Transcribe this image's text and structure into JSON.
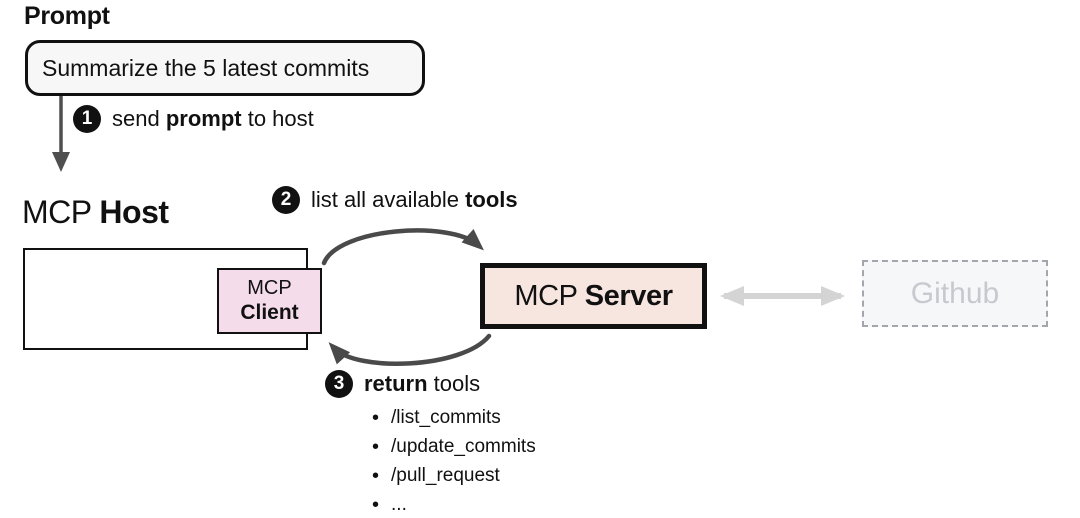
{
  "palette": {
    "background": "#ffffff",
    "box_border": "#111111",
    "prompt_bubble_fill": "#f7f7f7",
    "client_fill": "#f5dceb",
    "server_fill": "#f7e5e0",
    "github_fill": "#f6f7f9",
    "github_border": "#a3a7ad",
    "github_text": "#c6c9ce",
    "arrow_dark": "#4a4a4a",
    "arrow_light": "#d4d4d4"
  },
  "prompt": {
    "heading": "Prompt",
    "bubble": "Summarize the 5 latest commits"
  },
  "steps": {
    "one": {
      "num": "1",
      "pre": "send ",
      "bold": "prompt",
      "post": " to host"
    },
    "two": {
      "num": "2",
      "pre": "list all available ",
      "bold": "tools",
      "post": ""
    },
    "three": {
      "num": "3",
      "pre": "",
      "bold": "return",
      "post": " tools"
    }
  },
  "host": {
    "name_regular": "MCP ",
    "name_bold": "Host"
  },
  "client": {
    "line1": "MCP",
    "line2": "Client"
  },
  "server": {
    "name_regular": "MCP ",
    "name_bold": "Server"
  },
  "github": {
    "label": "Github"
  },
  "tools": {
    "bullet": "•",
    "items": [
      "/list_commits",
      "/update_commits",
      "/pull_request",
      "..."
    ]
  }
}
